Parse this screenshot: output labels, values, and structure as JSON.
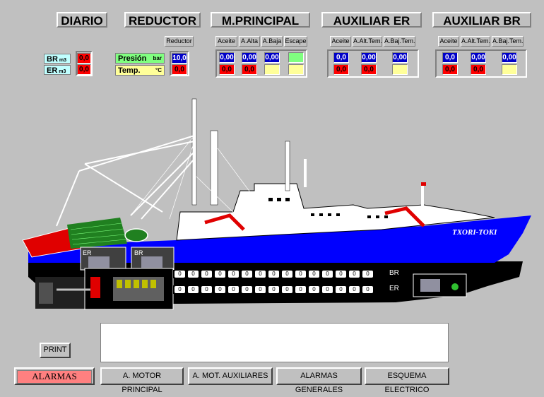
{
  "headers": {
    "diario": "DIARIO",
    "reductor": "REDUCTOR",
    "principal": "M.PRINCIPAL",
    "aux_er": "AUXILIAR ER",
    "aux_br": "AUXILIAR BR"
  },
  "diario": {
    "br_label": "BR",
    "er_label": "ER",
    "unit": "m3",
    "br_value": "0,0",
    "er_value": "0,0"
  },
  "reductor": {
    "sub": "Reductor",
    "presion_label": "Presión",
    "presion_unit": "bar",
    "presion_value": "10,0",
    "temp_label": "Temp.",
    "temp_unit": "°C",
    "temp_value": "0,0"
  },
  "principal": {
    "cols": [
      "Aceite",
      "A.Alta",
      "A.Baja",
      "Escape"
    ],
    "top": [
      "0,00",
      "0,00",
      "0,00",
      ""
    ],
    "bottom": [
      "0,0",
      "0,0",
      "",
      ""
    ]
  },
  "aux_er": {
    "cols": [
      "Aceite",
      "A.Alt.Tem.",
      "A.Baj.Tem."
    ],
    "top": [
      "0,0",
      "0,00",
      "0,00"
    ],
    "bottom": [
      "0,0",
      "0,0",
      ""
    ]
  },
  "aux_br": {
    "cols": [
      "Aceite",
      "A.Alt.Tem.",
      "A.Baj.Tem."
    ],
    "top": [
      "0,0",
      "0,00",
      "0,00"
    ],
    "bottom": [
      "0,0",
      "0,0",
      ""
    ]
  },
  "ship": {
    "name": "TXORI-TOKI",
    "room_er": "ER",
    "room_br": "BR",
    "row_br_label": "BR",
    "row_er_label": "ER",
    "tank_values": [
      "0",
      "0",
      "0",
      "0",
      "0",
      "0",
      "0",
      "0",
      "0",
      "0",
      "0",
      "0",
      "0",
      "0",
      "0",
      "0",
      "0",
      "0"
    ]
  },
  "buttons": {
    "print": "PRINT",
    "alarmas": "ALARMAS",
    "motor_principal": "A. MOTOR PRINCIPAL",
    "mot_auxiliares": "A. MOT. AUXILIARES",
    "alarmas_generales": "ALARMAS GENERALES",
    "esquema_electrico": "ESQUEMA ELECTRICO"
  },
  "colors": {
    "background": "#c0c0c0",
    "hull_blue": "#0000ff",
    "alarm_red": "#ff0000",
    "value_blue": "#0000c8"
  }
}
